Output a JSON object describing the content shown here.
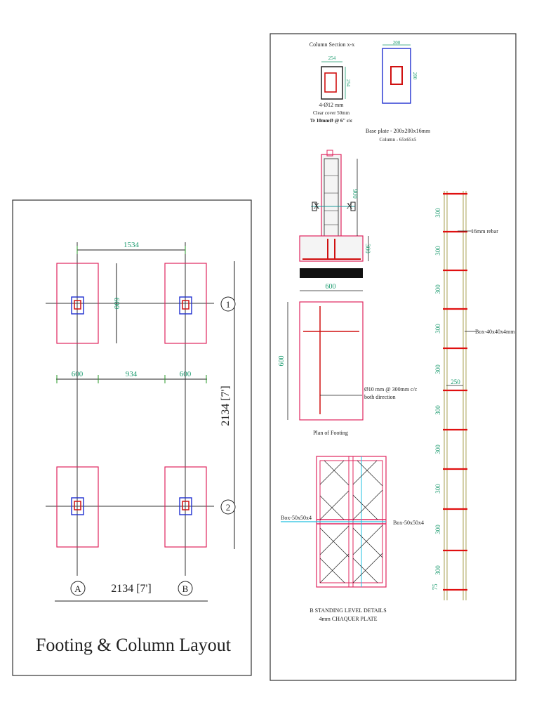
{
  "left_sheet": {
    "title": "Footing & Column  Layout",
    "dims": {
      "top_span": "1534",
      "footing_height": "600",
      "footing_width_left": "600",
      "gap": "934",
      "footing_width_right": "600",
      "vertical_total": "2134 [7']",
      "horizontal_total": "2134 [7']"
    },
    "grid_labels": {
      "row1": "1",
      "row2": "2",
      "colA": "A",
      "colB": "B"
    }
  },
  "right_sheet": {
    "column_section": {
      "title": "Column Section x-x",
      "dim_top": "254",
      "dim_side": "254",
      "note_line1": "4-Ø12 mm",
      "note_line2": "Clear cover 50mm",
      "note_line3": "Tr 10mmØ @ 6\" c/c"
    },
    "base_plate": {
      "dim_top": "200",
      "dim_side": "200",
      "label": "Base plate - 200x200x16mm",
      "sub": "Column - 65x65x5"
    },
    "elevation": {
      "x_left": "X",
      "x_right": "X",
      "dim_column": "900",
      "dim_footing": "300",
      "dim_width": "600"
    },
    "plan": {
      "dim_side": "600",
      "note_line1": "Ø10 mm @ 300mm c/c",
      "note_line2": "both direction",
      "title": "Plan of Footing"
    },
    "platform": {
      "left_label": "Box-50x50x4",
      "right_label": "Box-50x50x4",
      "title_line1": "B STANDING LEVEL DETAILS",
      "title_line2": "4mm CHAQUER PLATE"
    },
    "ladder": {
      "rebar_label": "16mm rebar",
      "box_label": "Box-40x40x4mm",
      "width_dim": "250",
      "spacing_dims": [
        "300",
        "300",
        "300",
        "300",
        "300",
        "300",
        "300",
        "300",
        "300",
        "300"
      ],
      "bottom_dim": "75"
    }
  }
}
